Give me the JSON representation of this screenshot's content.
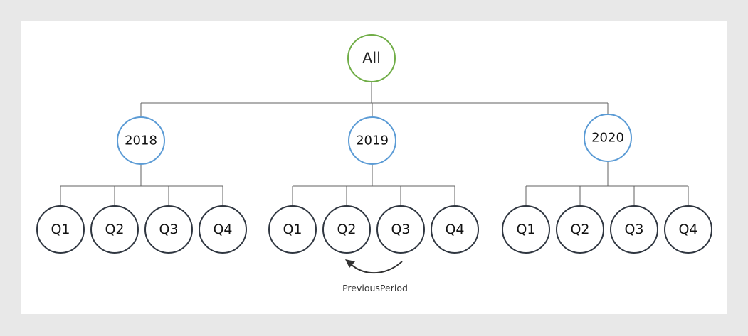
{
  "diagram": {
    "root": {
      "label": "All"
    },
    "years": [
      {
        "label": "2018",
        "quarters": [
          "Q1",
          "Q2",
          "Q3",
          "Q4"
        ]
      },
      {
        "label": "2019",
        "quarters": [
          "Q1",
          "Q2",
          "Q3",
          "Q4"
        ]
      },
      {
        "label": "2020",
        "quarters": [
          "Q1",
          "Q2",
          "Q3",
          "Q4"
        ]
      }
    ],
    "annotation": {
      "label": "PreviousPeriod"
    }
  },
  "colors": {
    "background": "#e8e8e8",
    "panel": "#ffffff",
    "root_stroke": "#70ad47",
    "year_stroke": "#5b9bd5",
    "quarter_stroke": "#2f3640",
    "connector": "#606060",
    "arrow": "#333333"
  }
}
